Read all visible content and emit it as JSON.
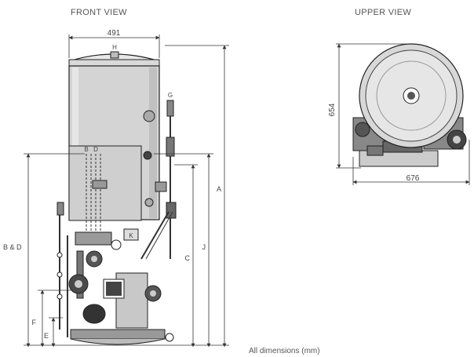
{
  "titles": {
    "front": "FRONT VIEW",
    "upper": "UPPER VIEW"
  },
  "footnote": "All dimensions (mm)",
  "front_view": {
    "width_dim": "491",
    "labels": {
      "A": "A",
      "B_and_D": "B & D",
      "C": "C",
      "J": "J",
      "F": "F",
      "E": "E",
      "H": "H",
      "G": "G",
      "K": "K",
      "B": "B",
      "D": "D"
    }
  },
  "upper_view": {
    "depth_dim": "654",
    "width_dim": "676"
  }
}
